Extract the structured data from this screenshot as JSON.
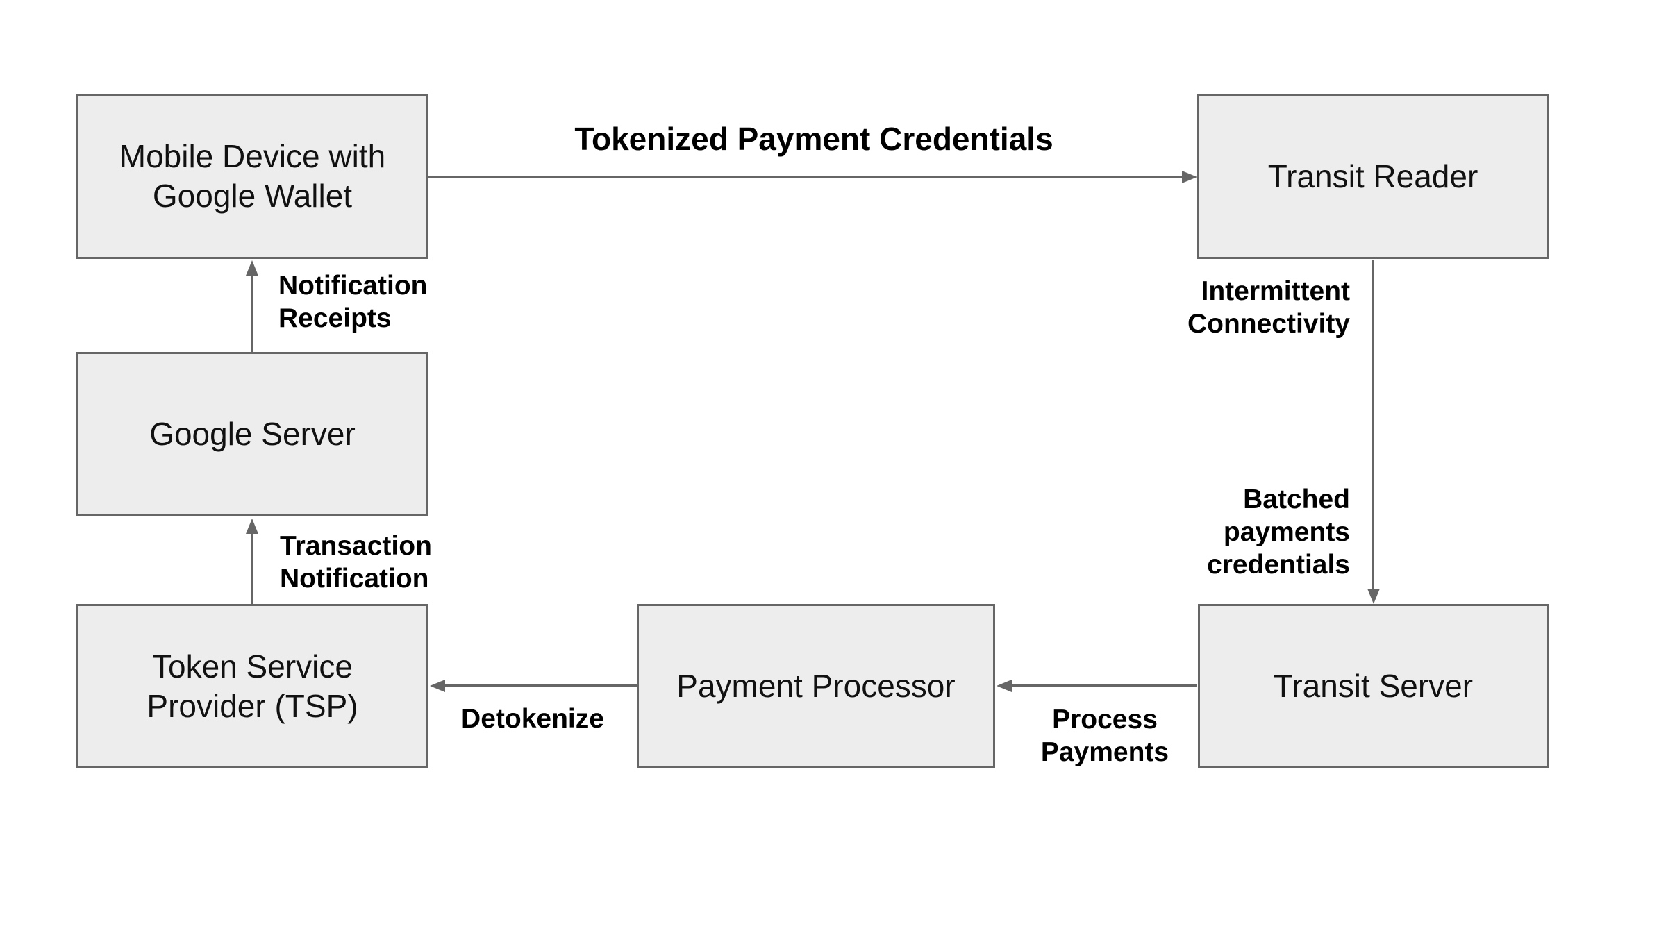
{
  "diagram": {
    "colors": {
      "background": "#ffffff",
      "box_fill": "#ededed",
      "box_border": "#666666",
      "arrow": "#666666",
      "box_text": "#111111",
      "label_text": "#000000"
    },
    "nodes": [
      {
        "id": "mobile-device-google-wallet",
        "label": "Mobile Device with\nGoogle Wallet"
      },
      {
        "id": "transit-reader",
        "label": "Transit Reader"
      },
      {
        "id": "google-server",
        "label": "Google Server"
      },
      {
        "id": "token-service-provider",
        "label": "Token Service\nProvider (TSP)"
      },
      {
        "id": "payment-processor",
        "label": "Payment Processor"
      },
      {
        "id": "transit-server",
        "label": "Transit Server"
      }
    ],
    "edges": [
      {
        "id": "tokenized-payment-credentials",
        "from": "mobile-device-google-wallet",
        "to": "transit-reader",
        "label": "Tokenized Payment Credentials"
      },
      {
        "id": "notification-receipts",
        "from": "google-server",
        "to": "mobile-device-google-wallet",
        "label": "Notification\nReceipts"
      },
      {
        "id": "intermittent-connectivity-batched",
        "from": "transit-reader",
        "to": "transit-server",
        "label": "Intermittent\nConnectivity",
        "label2": "Batched\npayments\ncredentials"
      },
      {
        "id": "transaction-notification",
        "from": "token-service-provider",
        "to": "google-server",
        "label": "Transaction\nNotification"
      },
      {
        "id": "detokenize",
        "from": "payment-processor",
        "to": "token-service-provider",
        "label": "Detokenize"
      },
      {
        "id": "process-payments",
        "from": "transit-server",
        "to": "payment-processor",
        "label": "Process\nPayments"
      }
    ]
  }
}
